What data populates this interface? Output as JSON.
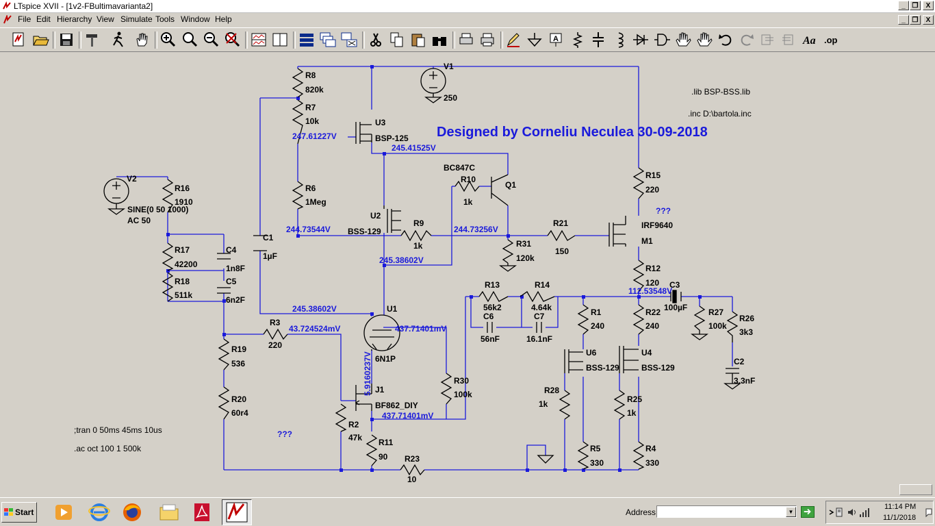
{
  "window": {
    "title": "LTspice XVII - [1v2-FBultimavarianta2]",
    "minimize": "_",
    "restore": "❐",
    "close": "X"
  },
  "menu": [
    "File",
    "Edit",
    "Hierarchy",
    "View",
    "Simulate",
    "Tools",
    "Window",
    "Help"
  ],
  "schematic": {
    "banner": "Designed by Corneliu Neculea 30-09-2018",
    "directives": {
      "lib": ".lib BSP-BSS.lib",
      "inc": ".inc D:\\bartola.inc",
      "tran": ";tran 0 50ms 45ms 10us",
      "ac": ".ac oct 100 1 500k"
    },
    "unknown_marks": [
      "???",
      "???"
    ],
    "components": {
      "V1": {
        "name": "V1",
        "value": "250"
      },
      "V2": {
        "name": "V2",
        "value": "SINE(0 50 1000)",
        "ac": "AC 50"
      },
      "R8": {
        "name": "R8",
        "value": "820k"
      },
      "R7": {
        "name": "R7",
        "value": "10k"
      },
      "R6": {
        "name": "R6",
        "value": "1Meg"
      },
      "U3": {
        "name": "U3",
        "value": "BSP-125"
      },
      "U2": {
        "name": "U2",
        "value": "BSS-129"
      },
      "Q1": {
        "name": "Q1",
        "value": "BC847C"
      },
      "R10": {
        "name": "R10",
        "value": "1k"
      },
      "R9": {
        "name": "R9",
        "value": "1k"
      },
      "R21": {
        "name": "R21",
        "value": "150"
      },
      "R31": {
        "name": "R31",
        "value": "120k"
      },
      "M1": {
        "name": "M1",
        "value": "IRF9640"
      },
      "R15": {
        "name": "R15",
        "value": "220"
      },
      "R12": {
        "name": "R12",
        "value": "120"
      },
      "C3": {
        "name": "C3",
        "value": "100µF"
      },
      "R27": {
        "name": "R27",
        "value": "100k"
      },
      "R26": {
        "name": "R26",
        "value": "3k3"
      },
      "C2": {
        "name": "C2",
        "value": "3.3nF"
      },
      "R16": {
        "name": "R16",
        "value": "1910"
      },
      "R17": {
        "name": "R17",
        "value": "42200"
      },
      "R18": {
        "name": "R18",
        "value": "511k"
      },
      "C4": {
        "name": "C4",
        "value": "1n8F"
      },
      "C5": {
        "name": "C5",
        "value": "6n2F"
      },
      "C1": {
        "name": "C1",
        "value": "1µF"
      },
      "R3": {
        "name": "R3",
        "value": "220"
      },
      "R19": {
        "name": "R19",
        "value": "536"
      },
      "R20": {
        "name": "R20",
        "value": "60r4"
      },
      "U1": {
        "name": "U1",
        "value": "6N1P"
      },
      "J1": {
        "name": "J1",
        "value": "BF862_DIY"
      },
      "R2": {
        "name": "R2",
        "value": "47k"
      },
      "R11": {
        "name": "R11",
        "value": "90"
      },
      "R23": {
        "name": "R23",
        "value": "10"
      },
      "R30": {
        "name": "R30",
        "value": "100k"
      },
      "R13": {
        "name": "R13",
        "value": "56k2"
      },
      "R14": {
        "name": "R14",
        "value": "4.64k"
      },
      "C6": {
        "name": "C6",
        "value": "56nF"
      },
      "C7": {
        "name": "C7",
        "value": "16.1nF"
      },
      "R1": {
        "name": "R1",
        "value": "240"
      },
      "R22": {
        "name": "R22",
        "value": "240"
      },
      "U6": {
        "name": "U6",
        "value": "BSS-129"
      },
      "U4": {
        "name": "U4",
        "value": "BSS-129"
      },
      "R28": {
        "name": "R28",
        "value": "1k"
      },
      "R25": {
        "name": "R25",
        "value": "1k"
      },
      "R5": {
        "name": "R5",
        "value": "330"
      },
      "R4": {
        "name": "R4",
        "value": "330"
      }
    },
    "voltages": {
      "v_r7": "247.61227V",
      "v_u3s": "245.41525V",
      "v_r6": "244.73544V",
      "v_q1": "244.73256V",
      "v_u2s": "245.38602V",
      "v_u1a": "245.38602V",
      "v_r3": "43.724524mV",
      "v_u1k": "437.71401mV",
      "v_j1": "437.71401mV",
      "v_grid": "5.9160237V",
      "v_out": "112.53548V"
    }
  },
  "taskbar": {
    "start": "Start",
    "address_label": "Address",
    "address_value": "",
    "time": "11:14 PM",
    "date": "11/1/2018"
  }
}
